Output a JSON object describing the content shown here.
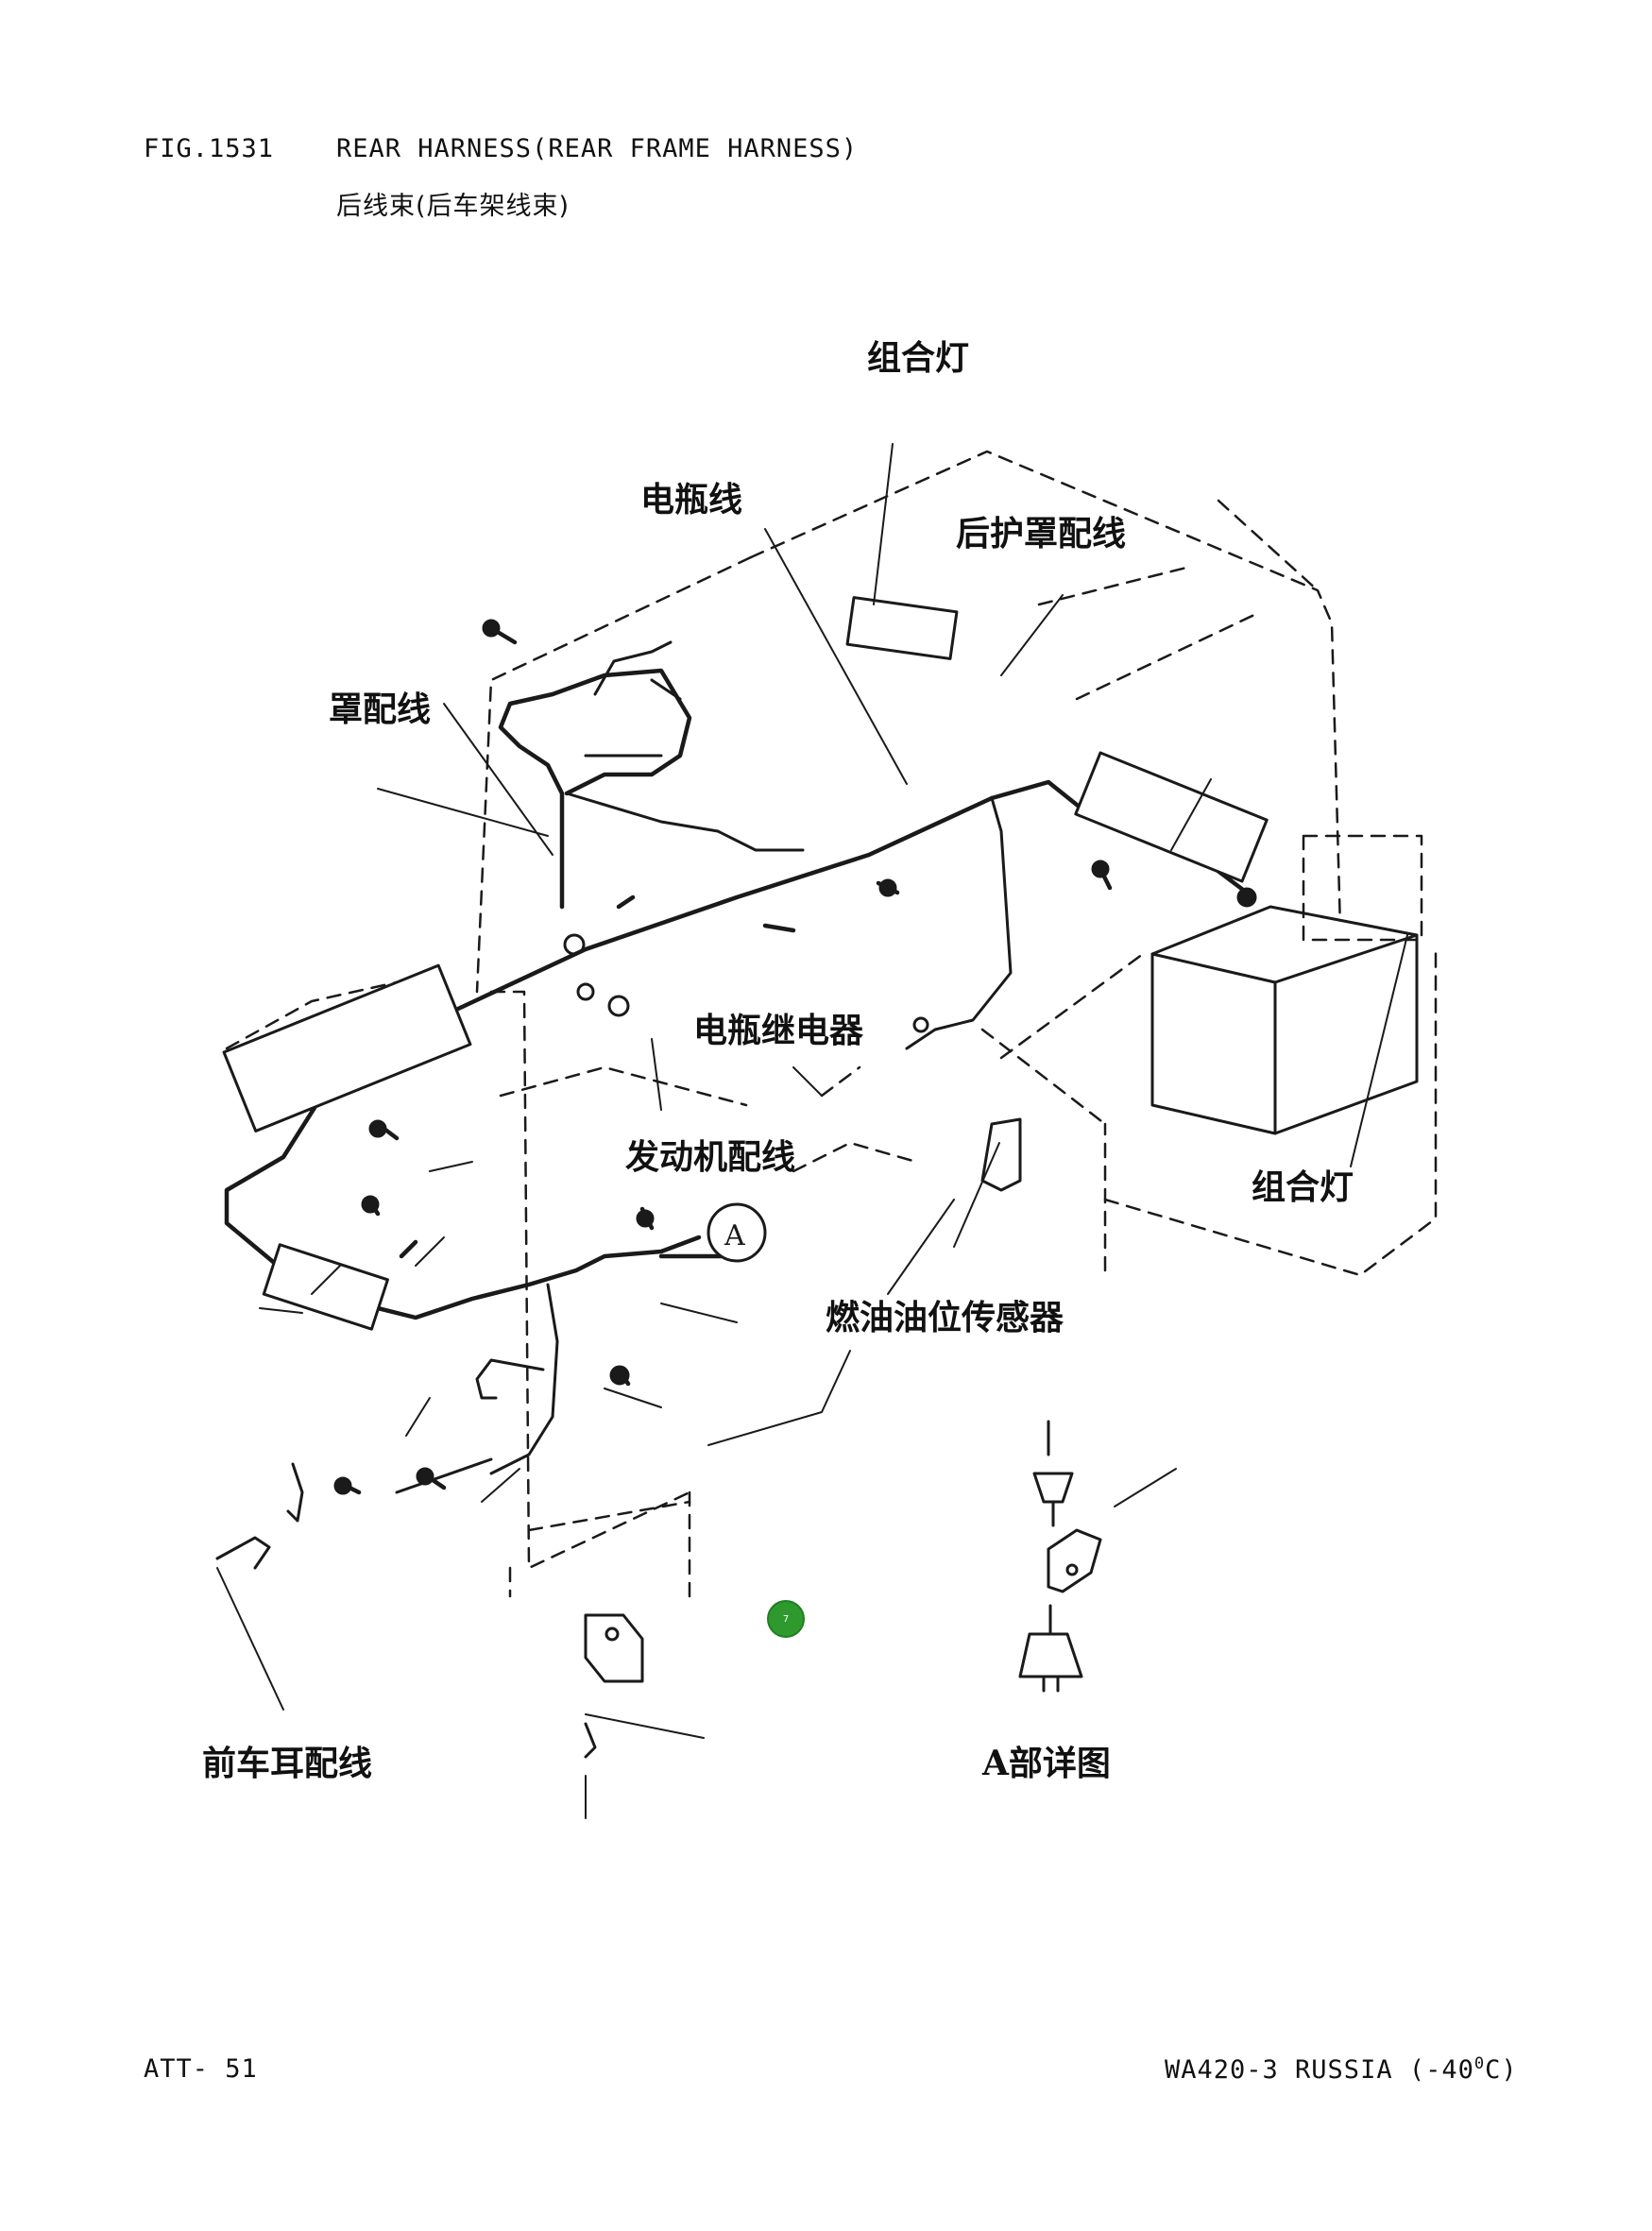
{
  "header": {
    "fig_number": "FIG.1531",
    "title_en": "REAR HARNESS(REAR FRAME HARNESS)",
    "title_zh": "后线束(后车架线束)"
  },
  "labels": {
    "combination_lamp_top": "组合灯",
    "battery_wire": "电瓶线",
    "rear_guard_wire": "后护罩配线",
    "cover_wire": "罩配线",
    "battery_relay": "电瓶继电器",
    "engine_wire": "发动机配线",
    "combination_lamp_right": "组合灯",
    "fuel_level_sensor": "燃油油位传感器",
    "front_fender_wire": "前车耳配线",
    "detail_a": "A部详图",
    "detail_a_callout": "A"
  },
  "marker": {
    "label": "7",
    "color": "#2e9a2e"
  },
  "footer": {
    "page": "ATT- 51",
    "model": "WA420-3 RUSSIA (-40",
    "model_sup": "0",
    "model_tail": "C)"
  }
}
